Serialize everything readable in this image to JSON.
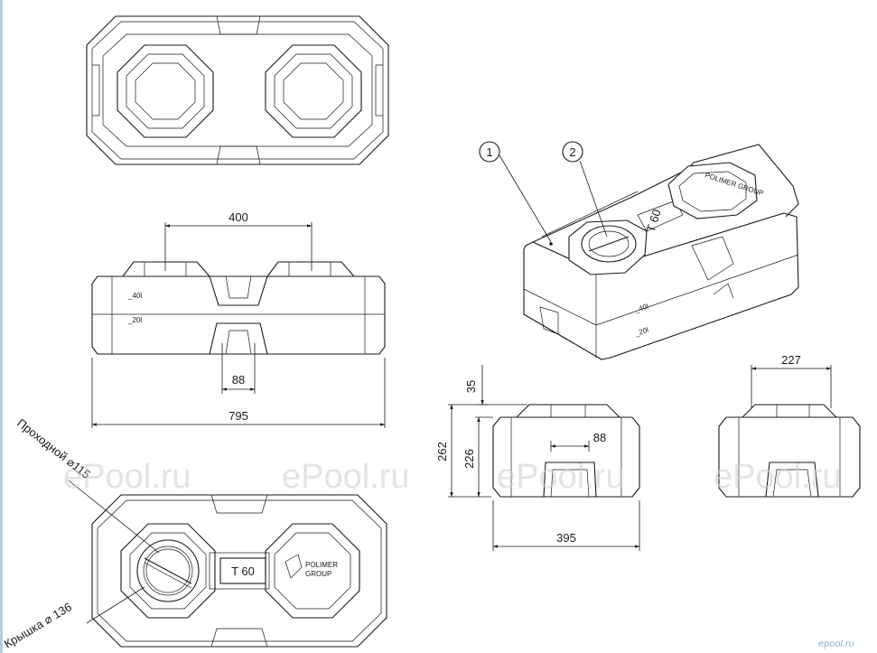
{
  "watermark": "ePool.ru",
  "site_logo": "epool.ru",
  "front_view": {
    "dim_top_spacing": "400",
    "dim_inlet_width": "88",
    "dim_total_length": "795",
    "mark_upper": "_40l",
    "mark_lower": "_20l"
  },
  "top_view_bottom": {
    "label_passage": "Проходной ⌀115",
    "label_lid": "Крышка ⌀ 136",
    "tank_label": "T 60",
    "brand_line1": "POLIMER",
    "brand_line2": "GROUP"
  },
  "iso_view": {
    "callout_1": "1",
    "callout_2": "2",
    "tank_label": "T 60",
    "brand": "POLIMER GROUP",
    "mark_upper": "_40l",
    "mark_lower": "_20l"
  },
  "side_view": {
    "dim_cap_height": "35",
    "dim_total_height": "262",
    "dim_body_height": "226",
    "dim_inlet_width": "88",
    "dim_width": "395"
  },
  "end_view": {
    "dim_cap_width": "227"
  }
}
